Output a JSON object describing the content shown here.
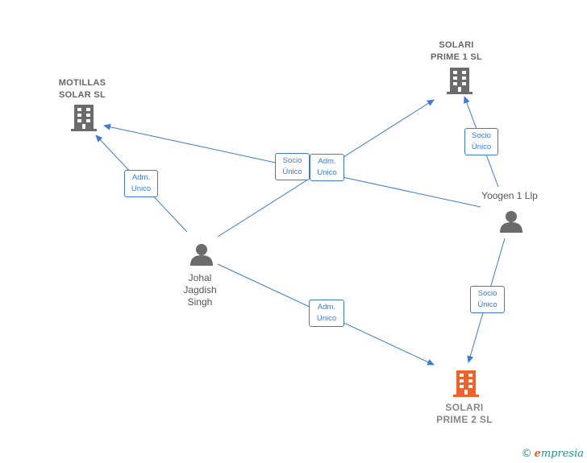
{
  "nodes": {
    "motillas": {
      "label": "MOTILLAS\nSOLAR  SL"
    },
    "solari1": {
      "label": "SOLARI\nPRIME 1  SL"
    },
    "solari2": {
      "label": "SOLARI\nPRIME 2  SL"
    },
    "johal": {
      "label": "Johal\nJagdish\nSingh"
    },
    "yoogen": {
      "label": "Yoogen 1 Llp"
    }
  },
  "edges": {
    "johal_motillas": "Adm.\nUnico",
    "yoogen_motillas": "Socio\nÚnico",
    "johal_solari1": "Adm.\nUnico",
    "yoogen_solari1": "Socio\nÚnico",
    "johal_solari2": "Adm.\nUnico",
    "yoogen_solari2": "Socio\nÚnico"
  },
  "colors": {
    "edge": "#3a7bd5",
    "company": "#6b6b6b",
    "company_highlight": "#f0622a",
    "person": "#6b6b6b"
  },
  "footer": {
    "copyright": "©",
    "brand_e": "e",
    "brand_rest": "mpresia"
  }
}
